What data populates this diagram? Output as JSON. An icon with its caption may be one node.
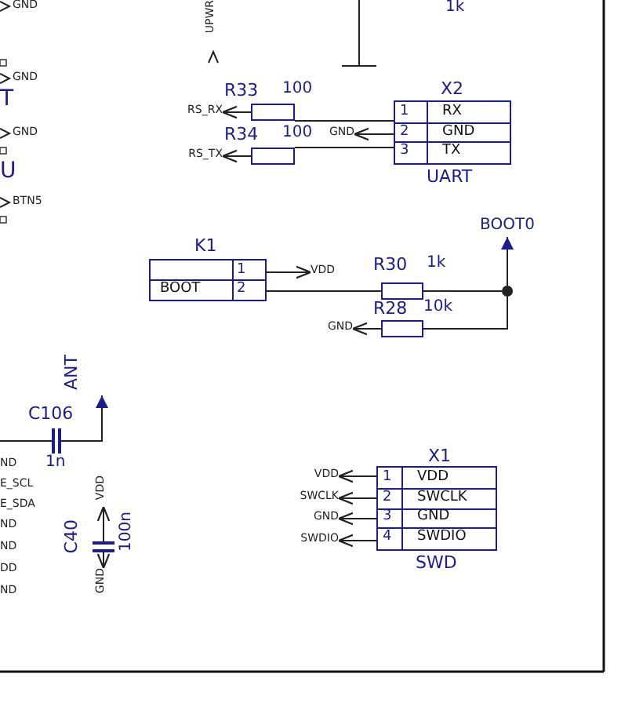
{
  "diagram": {
    "nodes": [
      {
        "text": [
          "RS_RX"
        ]
      },
      {
        "text": [
          "R33",
          "100"
        ]
      },
      {
        "text": [
          "RS_TX"
        ]
      },
      {
        "text": [
          "R34",
          "100"
        ]
      },
      {
        "text": [
          "GND"
        ]
      },
      {
        "text": [
          "X2",
          "1",
          "RX",
          "2",
          "GND",
          "3",
          "TX",
          "UART"
        ]
      },
      {
        "text": [
          "K1",
          "1",
          "BOOT",
          "2"
        ]
      },
      {
        "text": [
          "VDD"
        ]
      },
      {
        "text": [
          "R30",
          "1k"
        ]
      },
      {
        "text": [
          "BOOT0"
        ]
      },
      {
        "text": [
          "R28",
          "10k"
        ]
      },
      {
        "text": [
          "GND"
        ]
      },
      {
        "text": [],
        "shape": "circle"
      },
      {
        "text": [
          "C106",
          "1n"
        ]
      },
      {
        "text": [
          "ANT"
        ]
      },
      {
        "text": [
          "C40",
          "100n"
        ]
      },
      {
        "text": [
          "VDD"
        ]
      },
      {
        "text": [
          "GND"
        ]
      },
      {
        "text": [
          "X1",
          "1",
          "VDD",
          "2",
          "SWCLK",
          "3",
          "GND",
          "4",
          "SWDIO",
          "SWD"
        ]
      },
      {
        "text": [
          "VDD"
        ]
      },
      {
        "text": [
          "SWCLK"
        ]
      },
      {
        "text": [
          "GND"
        ]
      },
      {
        "text": [
          "SWDIO"
        ]
      }
    ],
    "edges": [
      {
        "from": 1,
        "to": 0,
        "arrow": "to"
      },
      {
        "from": 1,
        "to": 5,
        "arrow": "none"
      },
      {
        "from": 3,
        "to": 2,
        "arrow": "to"
      },
      {
        "from": 3,
        "to": 5,
        "arrow": "none"
      },
      {
        "from": 5,
        "to": 4,
        "arrow": "to"
      },
      {
        "from": 6,
        "to": 7,
        "arrow": "to"
      },
      {
        "from": 6,
        "to": 8,
        "arrow": "none"
      },
      {
        "from": 8,
        "to": 12,
        "arrow": "none"
      },
      {
        "from": 10,
        "to": 12,
        "arrow": "none"
      },
      {
        "from": 12,
        "to": 9,
        "arrow": "to"
      },
      {
        "from": 10,
        "to": 11,
        "arrow": "to"
      },
      {
        "from": null,
        "to": 13,
        "arrow": "none"
      },
      {
        "from": 13,
        "to": 14,
        "arrow": "to"
      },
      {
        "from": 15,
        "to": 16,
        "arrow": "to"
      },
      {
        "from": 15,
        "to": 17,
        "arrow": "to"
      },
      {
        "from": 18,
        "to": 19,
        "arrow": "to"
      },
      {
        "from": 18,
        "to": 20,
        "arrow": "to"
      },
      {
        "from": 18,
        "to": 21,
        "arrow": "to"
      },
      {
        "from": 18,
        "to": 22,
        "arrow": "to"
      }
    ],
    "labels": [
      "GND",
      "UPWR",
      "1k",
      "GND",
      "T",
      "GND",
      "U",
      "BTN5",
      "ND",
      "E_SCL",
      "E_SDA",
      "ND",
      "ND",
      "DD",
      "ND"
    ]
  }
}
